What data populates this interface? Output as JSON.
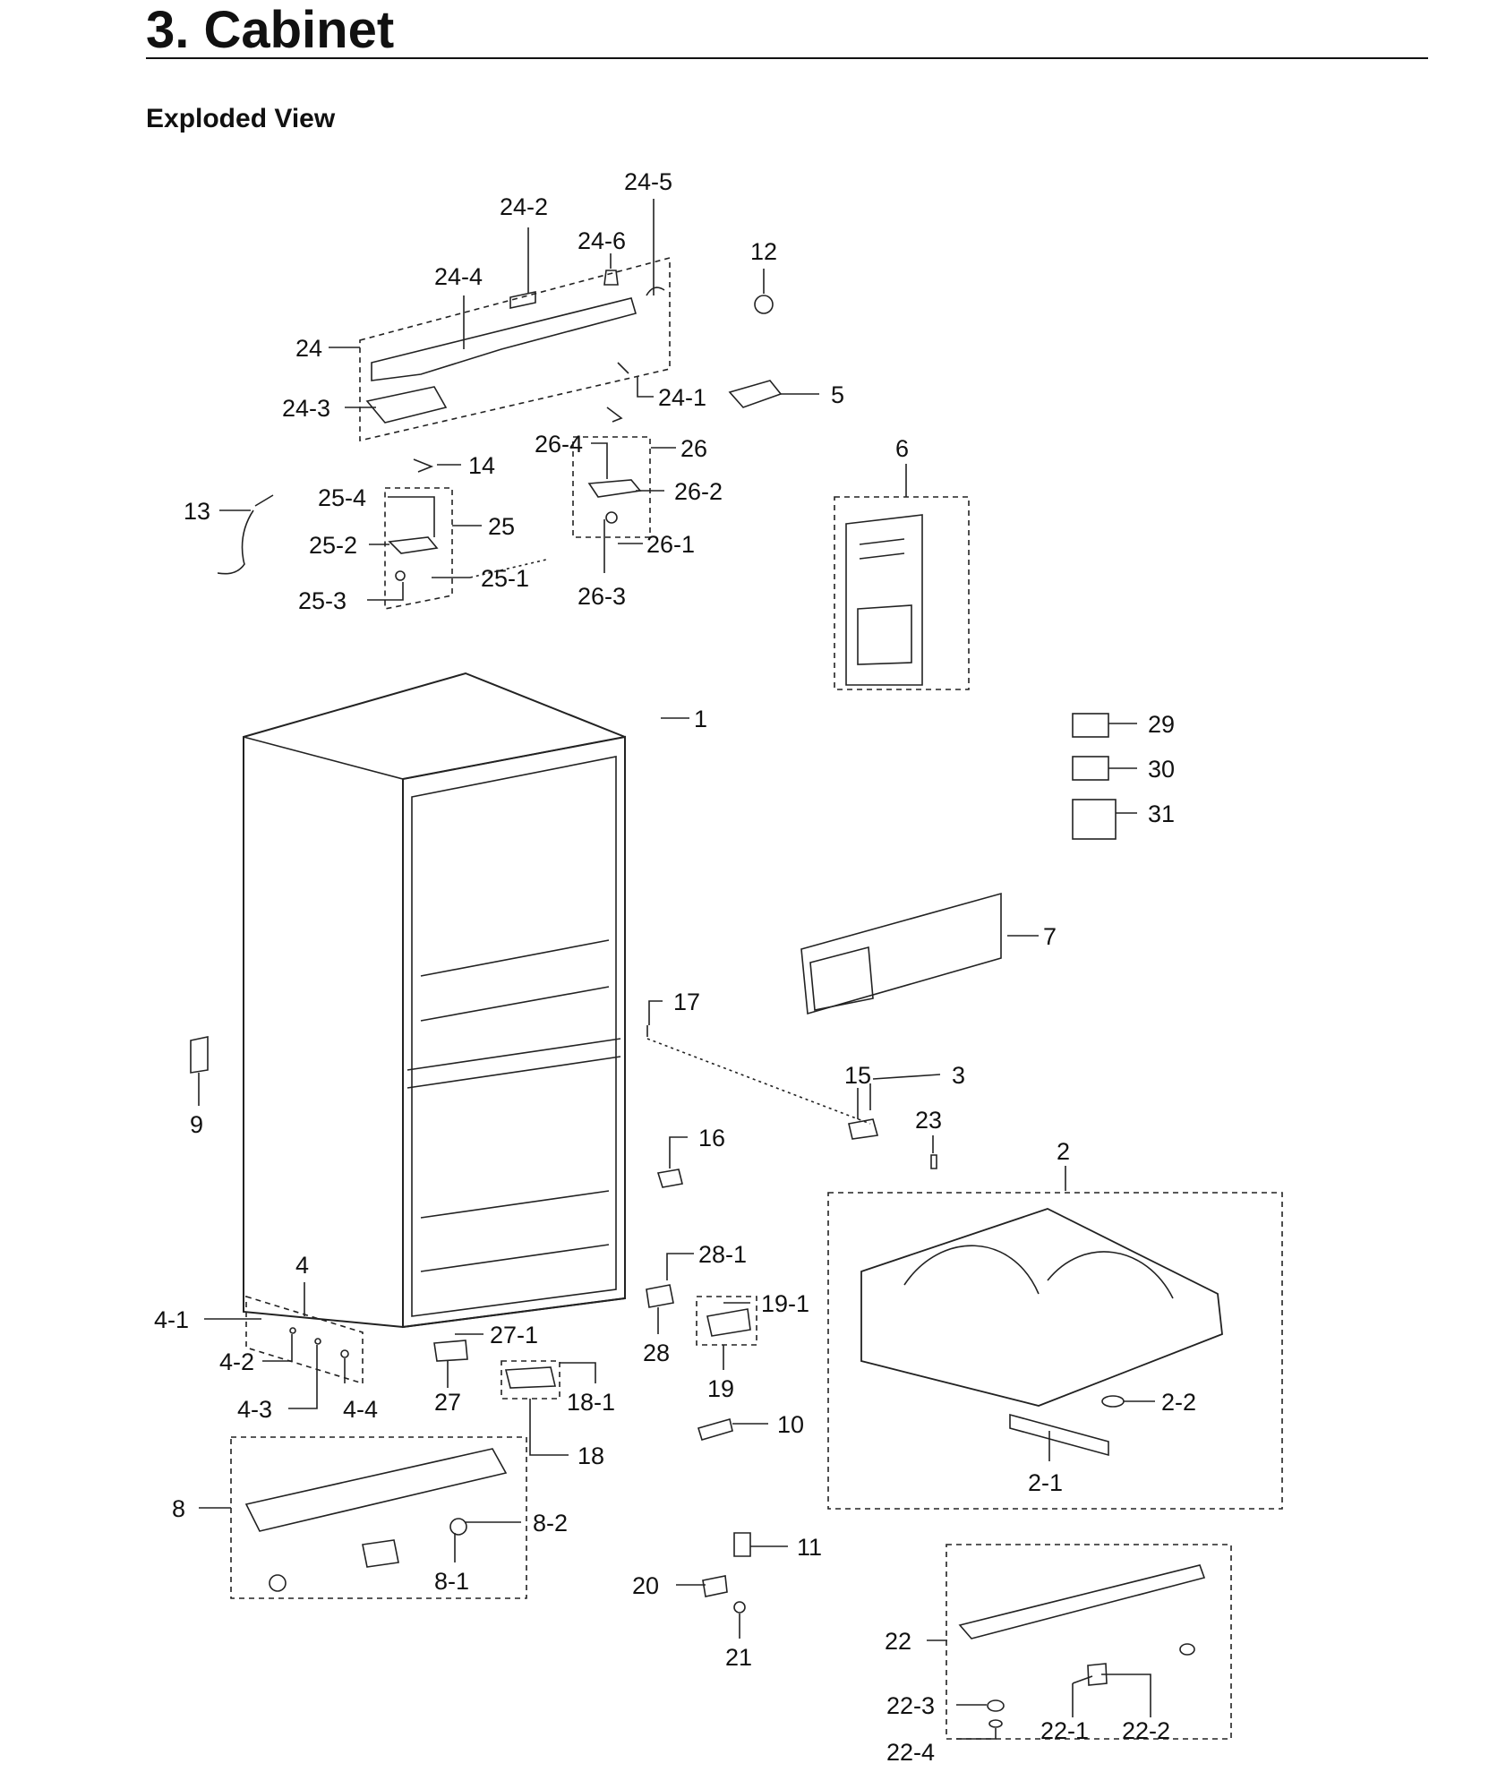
{
  "header": {
    "title": "3.  Cabinet",
    "subtitle": "Exploded View"
  },
  "callouts": [
    {
      "id": "1"
    },
    {
      "id": "2"
    },
    {
      "id": "2-1"
    },
    {
      "id": "2-2"
    },
    {
      "id": "3"
    },
    {
      "id": "4"
    },
    {
      "id": "4-1"
    },
    {
      "id": "4-2"
    },
    {
      "id": "4-3"
    },
    {
      "id": "4-4"
    },
    {
      "id": "5"
    },
    {
      "id": "6"
    },
    {
      "id": "7"
    },
    {
      "id": "8"
    },
    {
      "id": "8-1"
    },
    {
      "id": "8-2"
    },
    {
      "id": "9"
    },
    {
      "id": "10"
    },
    {
      "id": "11"
    },
    {
      "id": "12"
    },
    {
      "id": "13"
    },
    {
      "id": "14"
    },
    {
      "id": "15"
    },
    {
      "id": "16"
    },
    {
      "id": "17"
    },
    {
      "id": "18"
    },
    {
      "id": "18-1"
    },
    {
      "id": "19"
    },
    {
      "id": "19-1"
    },
    {
      "id": "20"
    },
    {
      "id": "21"
    },
    {
      "id": "22"
    },
    {
      "id": "22-1"
    },
    {
      "id": "22-2"
    },
    {
      "id": "22-3"
    },
    {
      "id": "22-4"
    },
    {
      "id": "23"
    },
    {
      "id": "24"
    },
    {
      "id": "24-1"
    },
    {
      "id": "24-2"
    },
    {
      "id": "24-3"
    },
    {
      "id": "24-4"
    },
    {
      "id": "24-5"
    },
    {
      "id": "24-6"
    },
    {
      "id": "25"
    },
    {
      "id": "25-1"
    },
    {
      "id": "25-2"
    },
    {
      "id": "25-3"
    },
    {
      "id": "25-4"
    },
    {
      "id": "26"
    },
    {
      "id": "26-1"
    },
    {
      "id": "26-2"
    },
    {
      "id": "26-3"
    },
    {
      "id": "26-4"
    },
    {
      "id": "27"
    },
    {
      "id": "27-1"
    },
    {
      "id": "28"
    },
    {
      "id": "28-1"
    },
    {
      "id": "29"
    },
    {
      "id": "30"
    },
    {
      "id": "31"
    }
  ]
}
